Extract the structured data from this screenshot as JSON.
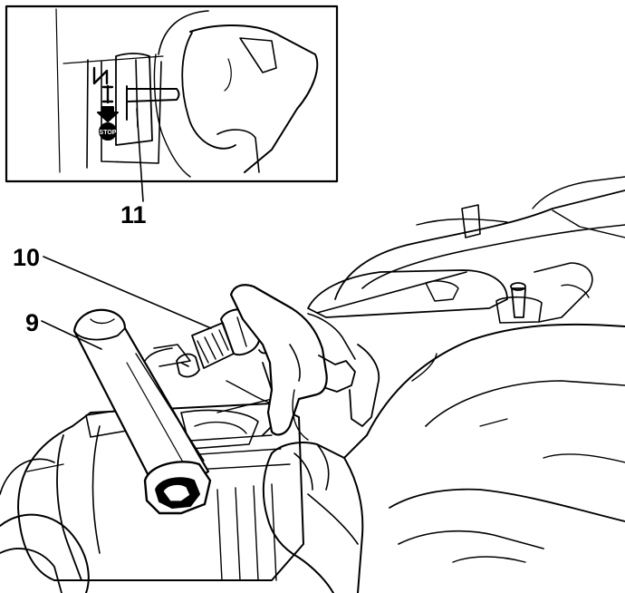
{
  "callouts": {
    "eleven": "11",
    "ten": "10",
    "nine": "9"
  },
  "inset_symbols": {
    "stop": "STOP",
    "run": "I"
  }
}
